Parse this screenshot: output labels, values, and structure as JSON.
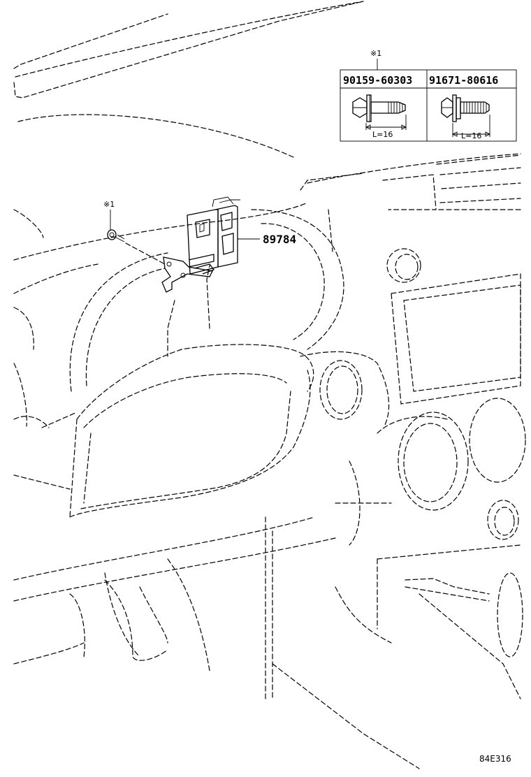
{
  "callout": {
    "ref_mark_table": "※1",
    "ref_mark_bolt": "※1",
    "part_number": "89784"
  },
  "fastener_table": {
    "columns": [
      {
        "part_number": "90159-60303",
        "length_label": "L=16"
      },
      {
        "part_number": "91671-80616",
        "length_label": "L=16"
      }
    ]
  },
  "figure_code": "84E316"
}
